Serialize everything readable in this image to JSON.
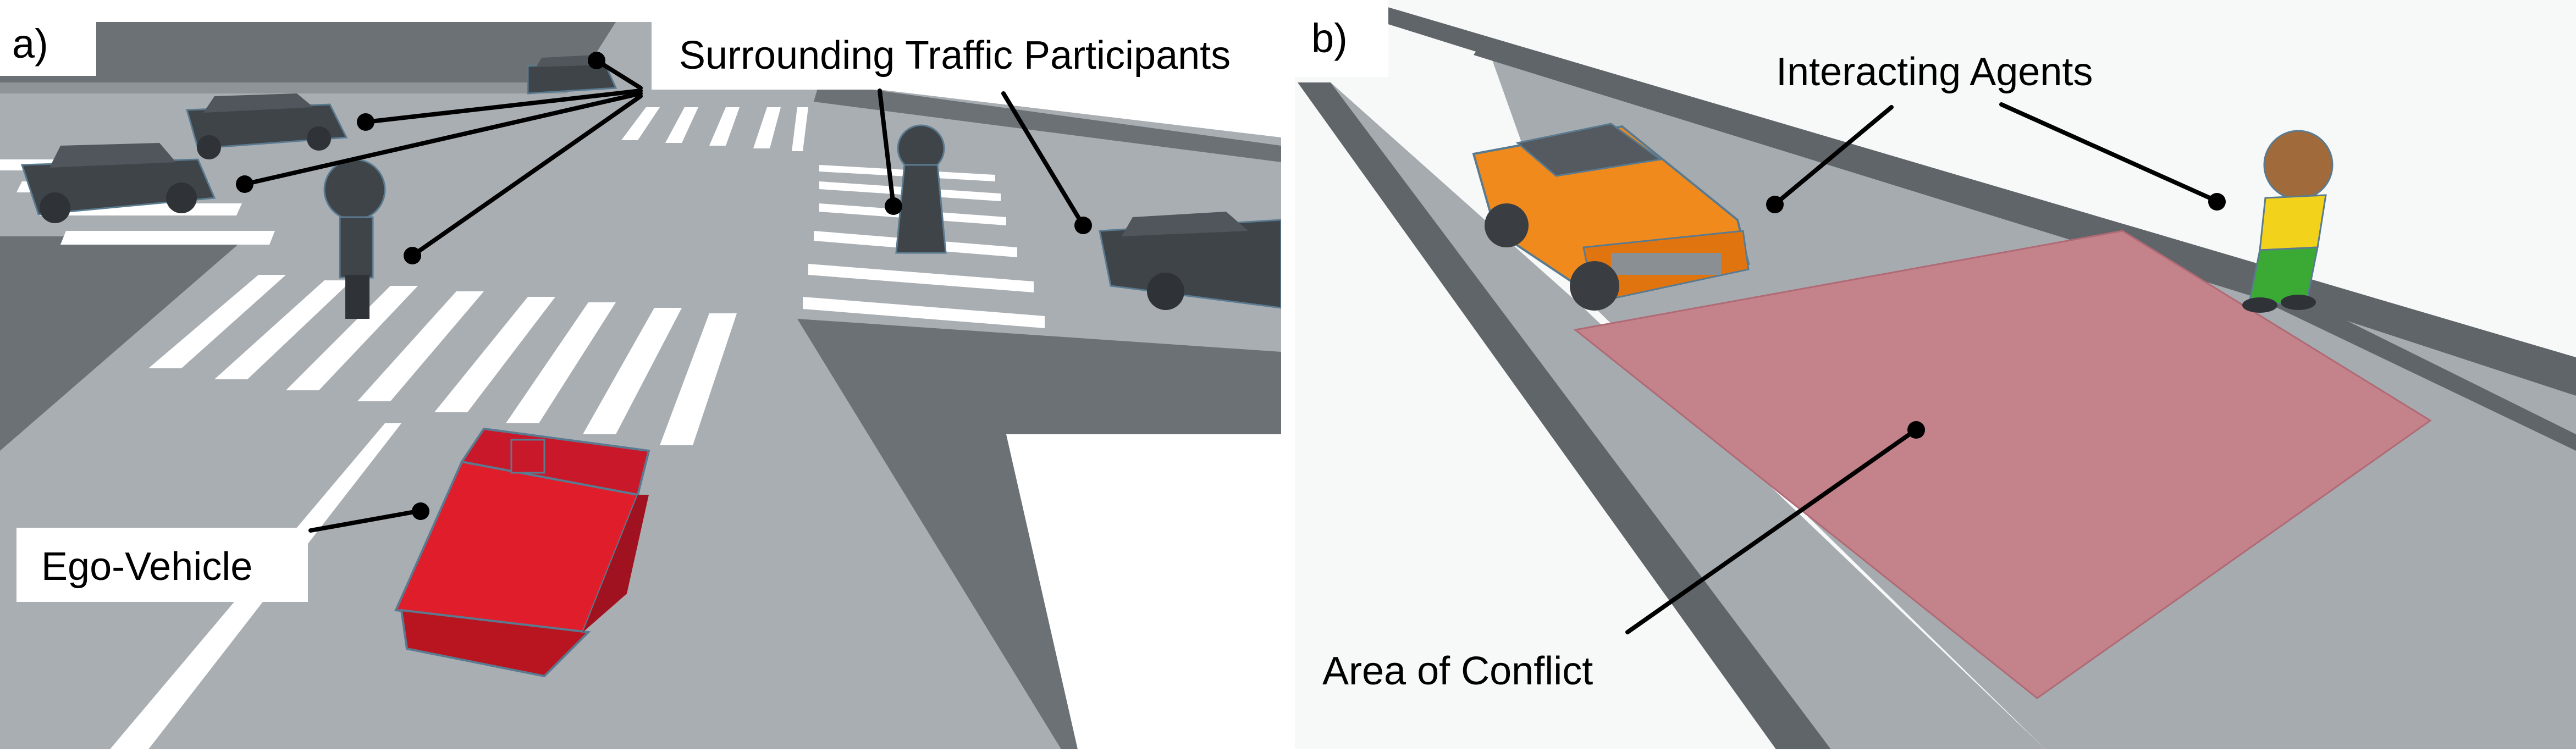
{
  "panels": [
    {
      "id": "a",
      "label": "a)",
      "annotations": {
        "surrounding": "Surrounding Traffic Participants",
        "ego": "Ego-Vehicle"
      }
    },
    {
      "id": "b",
      "label": "b)",
      "annotations": {
        "interacting": "Interacting Agents",
        "conflict": "Area of Conflict"
      }
    }
  ],
  "colors": {
    "road": "#a6abb0",
    "curb": "#5f6568",
    "grass": "#ffffff",
    "crosswalk": "#ffffff",
    "ego_vehicle": "#e01e2b",
    "other_vehicles": "#3f4448",
    "orange_car": "#f08a1c",
    "conflict_area": "#c4828a",
    "pedestrian_shirt": "#f2d21b",
    "pedestrian_pants": "#3aaa35",
    "pedestrian_head": "#a06a3a"
  }
}
